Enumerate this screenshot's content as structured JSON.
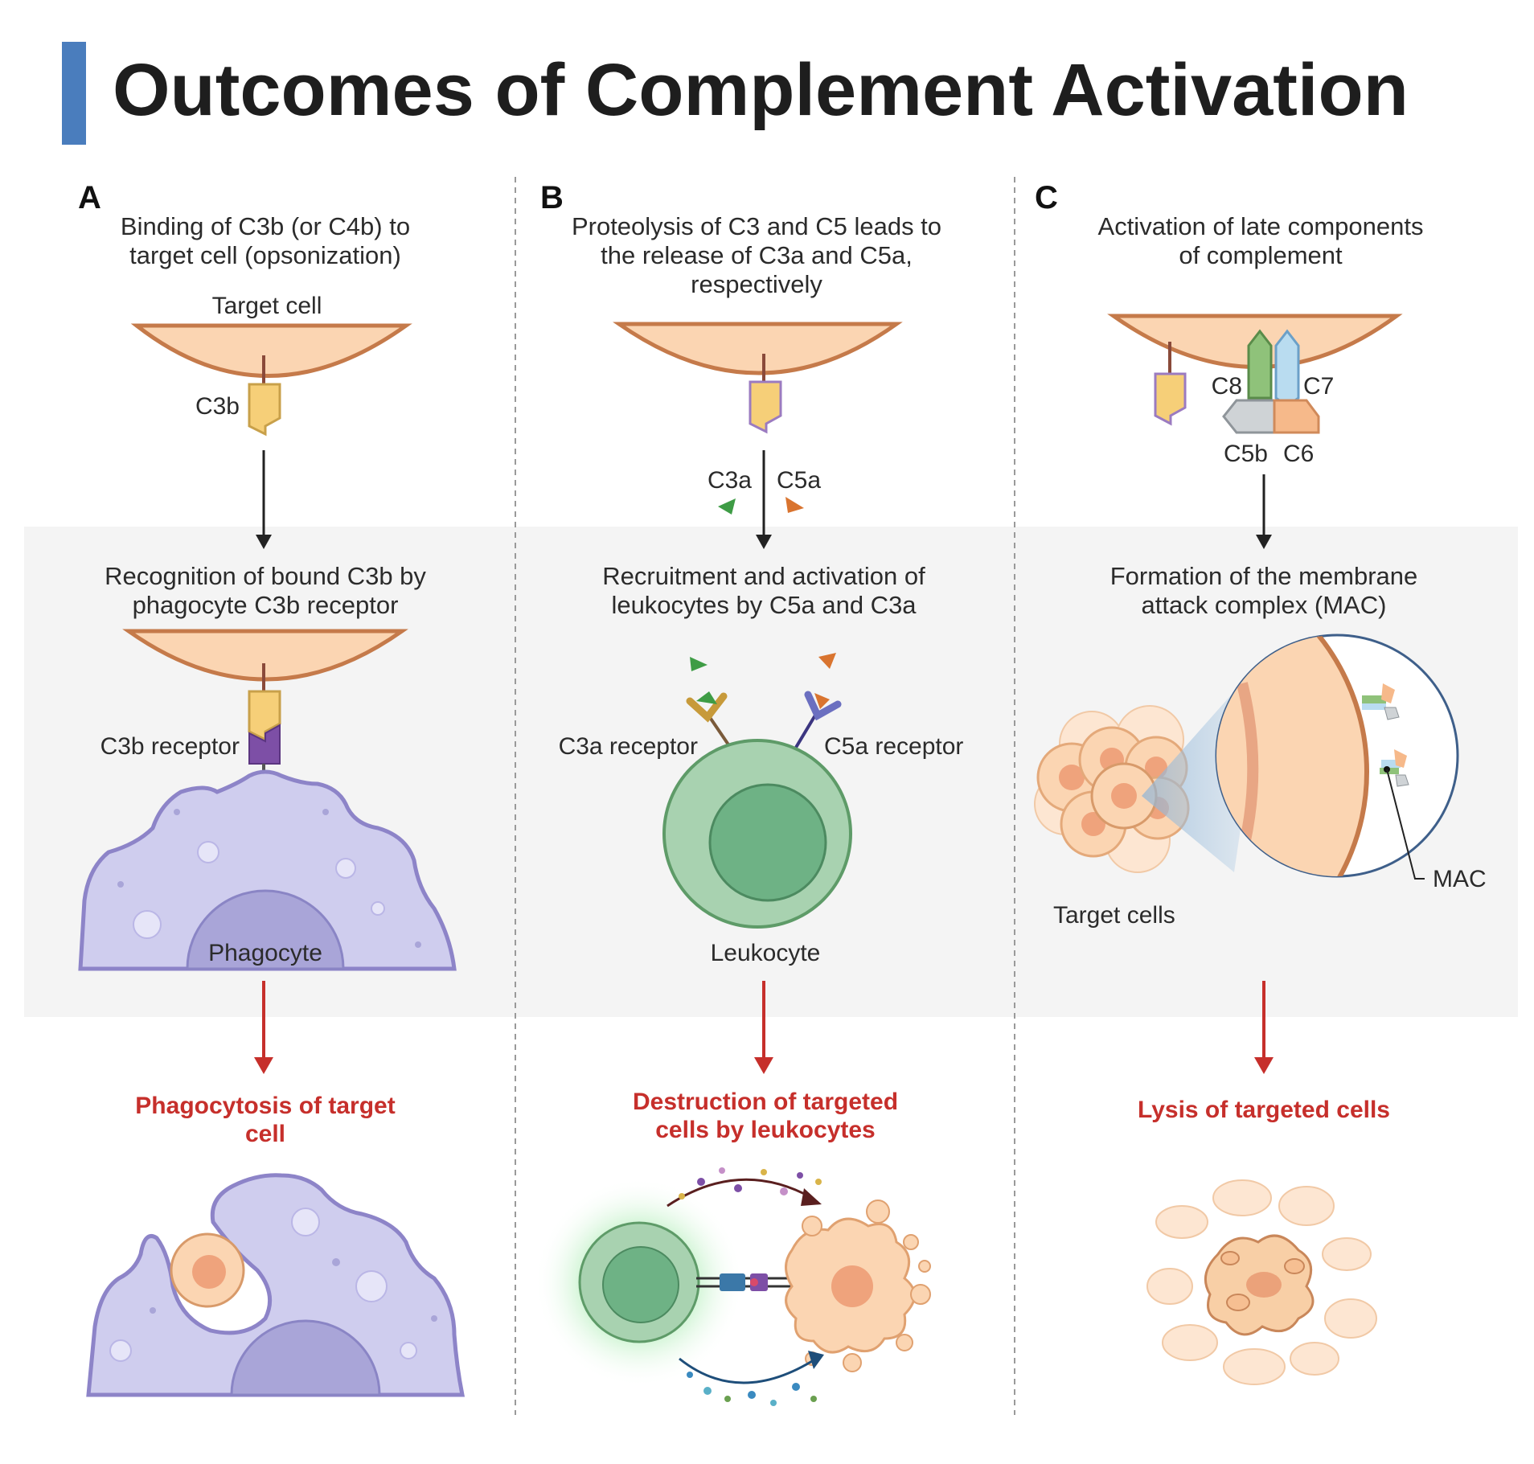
{
  "title": "Outcomes of Complement Activation",
  "colors": {
    "title_bar": "#4a7dbd",
    "result_text": "#c62f2b",
    "band": "#f4f4f4",
    "target_cell_fill": "#fbd5b2",
    "target_cell_edge": "#c57a4a",
    "c3b": "#f6cf78",
    "receptor": "#7d4fa6",
    "phagocyte": "#cfcdee",
    "leukocyte": "#a8d2b0",
    "c3a": "#3e9c45",
    "c5a": "#d9742f"
  },
  "panel_a": {
    "letter": "A",
    "caption_1": "Binding of C3b (or C4b) to",
    "caption_2": "target cell (opsonization)",
    "target_cell_label": "Target  cell",
    "c3b_label": "C3b",
    "step2_1": "Recognition of bound C3b by",
    "step2_2": "phagocyte C3b receptor",
    "receptor_label": "C3b receptor",
    "phagocyte_label": "Phagocyte",
    "result_1": "Phagocytosis of target",
    "result_2": "cell"
  },
  "panel_b": {
    "letter": "B",
    "caption_1": "Proteolysis of C3 and C5 leads to",
    "caption_2": "the release of C3a and C5a,",
    "caption_3": "respectively",
    "c3a_label": "C3a",
    "c5a_label": "C5a",
    "step2_1": "Recruitment and activation of",
    "step2_2": "leukocytes by C5a and C3a",
    "c3a_receptor_label": "C3a receptor",
    "c5a_receptor_label": "C5a receptor",
    "leukocyte_label": "Leukocyte",
    "result_1": "Destruction of targeted",
    "result_2": "cells by leukocytes"
  },
  "panel_c": {
    "letter": "C",
    "caption_1": "Activation of late components",
    "caption_2": "of complement",
    "c8_label": "C8",
    "c7_label": "C7",
    "c5b_label": "C5b",
    "c6_label": "C6",
    "step2_1": "Formation of the membrane",
    "step2_2": "attack complex (MAC)",
    "target_cells_label": "Target cells",
    "mac_label": "MAC",
    "result_1": "Lysis of targeted cells"
  }
}
